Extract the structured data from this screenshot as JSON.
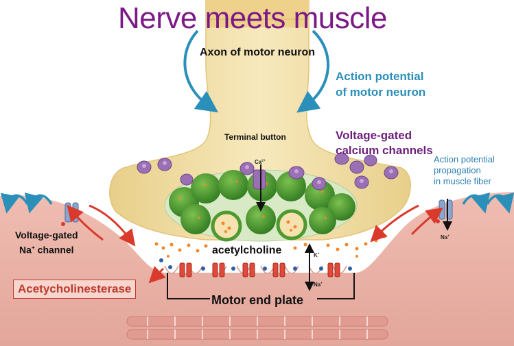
{
  "title": "Nerve meets muscle",
  "labels": {
    "axon": "Axon of motor neuron",
    "action_potential_neuron_line1": "Action potential",
    "action_potential_neuron_line2": "of motor neuron",
    "terminal_button": "Terminal button",
    "vg_calcium_line1": "Voltage-gated",
    "vg_calcium_line2": "calcium channels",
    "ap_muscle_line1": "Action potential",
    "ap_muscle_line2": "propagation",
    "ap_muscle_line3": "in muscle fiber",
    "vg_sodium_line1": "Voltage-gated",
    "vg_sodium_na": "Na",
    "vg_sodium_plus": "+",
    "vg_sodium_line2_rest": " channel",
    "acetylcholine": "acetylcholine",
    "acetylcholinesterase": "Acetycholinesterase",
    "motor_end_plate": "Motor end plate"
  },
  "ions": {
    "calcium": "Ca",
    "calcium_charge": "2+",
    "potassium": "K",
    "potassium_charge": "+",
    "sodium": "Na",
    "sodium_charge": "+",
    "sodium_right": "Na",
    "sodium_right_charge": "+"
  },
  "colors": {
    "title": "#7b1a86",
    "axon_fill": "#f2dfa5",
    "muscle_fill": "#e9b1a8",
    "vesicle_green": "#4e9a2f",
    "channel_purple": "#9b6fb4",
    "arrow_blue": "#2a8fb9",
    "arrow_red": "#d93a2b"
  }
}
